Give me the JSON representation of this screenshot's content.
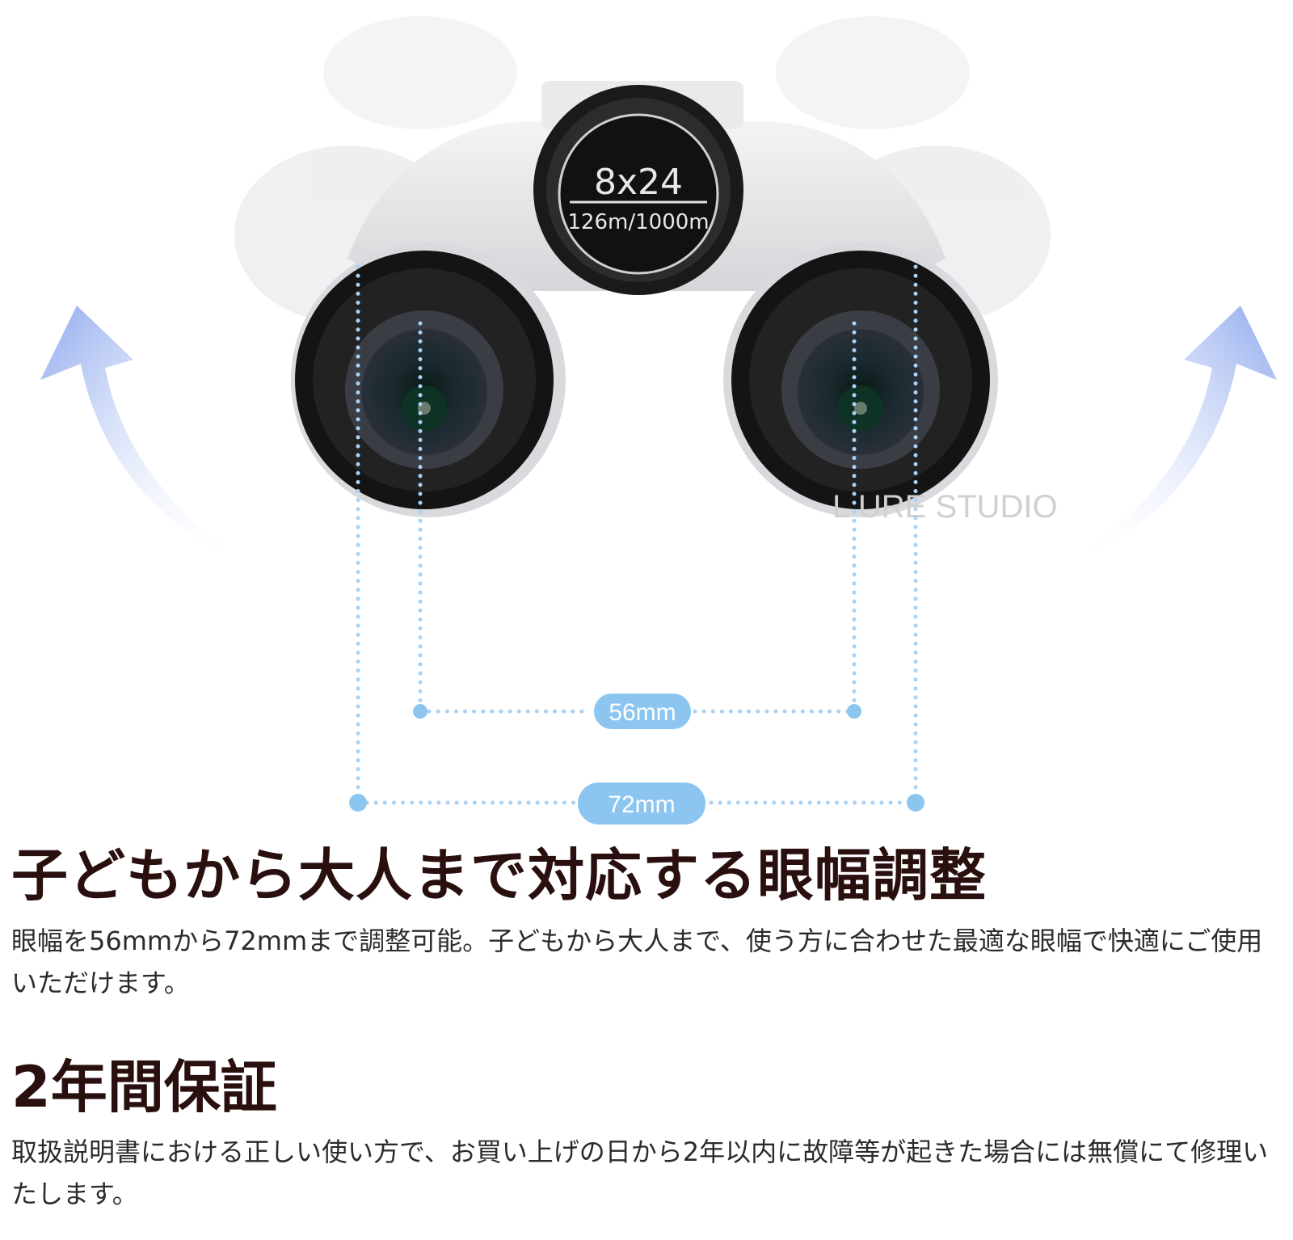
{
  "product_image": {
    "cap_magnification": "8x24",
    "cap_field_of_view": "126m/1000m",
    "watermark": "L   URE STUDIO",
    "min_eye_width_label": "56mm",
    "max_eye_width_label": "72mm",
    "arrow_color": "#9fb8f0",
    "dimension_color": "#a9d2f5",
    "pill_color": "#8cc6f0"
  },
  "section1": {
    "heading": "子どもから大人まで対応する眼幅調整",
    "body": "眼幅を56mmから72mmまで調整可能。子どもから大人まで、使う方に合わせた最適な眼幅で快適にご使用いただけます。"
  },
  "section2": {
    "heading": "2年間保証",
    "body": "取扱説明書における正しい使い方で、お買い上げの日から2年以内に故障等が起きた場合には無償にて修理いたします。"
  }
}
